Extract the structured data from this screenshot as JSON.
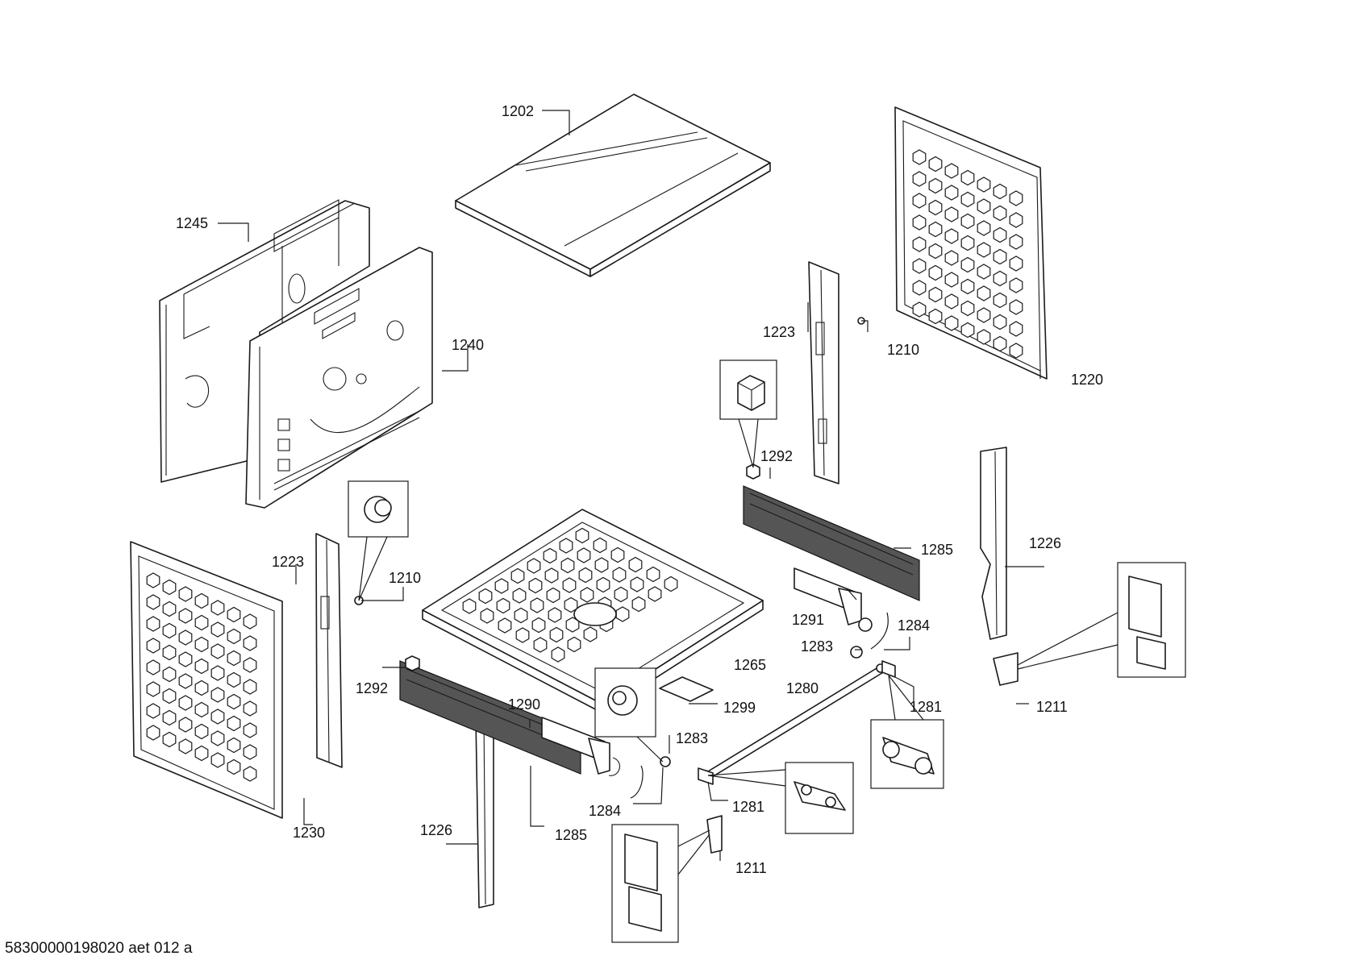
{
  "diagram": {
    "labels": {
      "l1202": "1202",
      "l1245": "1245",
      "l1240": "1240",
      "l1223a": "1223",
      "l1210a": "1210",
      "l1220": "1220",
      "l1292a": "1292",
      "l1285a": "1285",
      "l1226a": "1226",
      "l1223b": "1223",
      "l1210b": "1210",
      "l1291": "1291",
      "l1284a": "1284",
      "l1283a": "1283",
      "l1265": "1265",
      "l1280": "1280",
      "l1292b": "1292",
      "l1290": "1290",
      "l1299": "1299",
      "l1281a": "1281",
      "l1211a": "1211",
      "l1283b": "1283",
      "l1284b": "1284",
      "l1281b": "1281",
      "l1230": "1230",
      "l1226b": "1226",
      "l1285b": "1285",
      "l1211b": "1211"
    },
    "footer_code": "58300000198020 aet 012 a"
  }
}
